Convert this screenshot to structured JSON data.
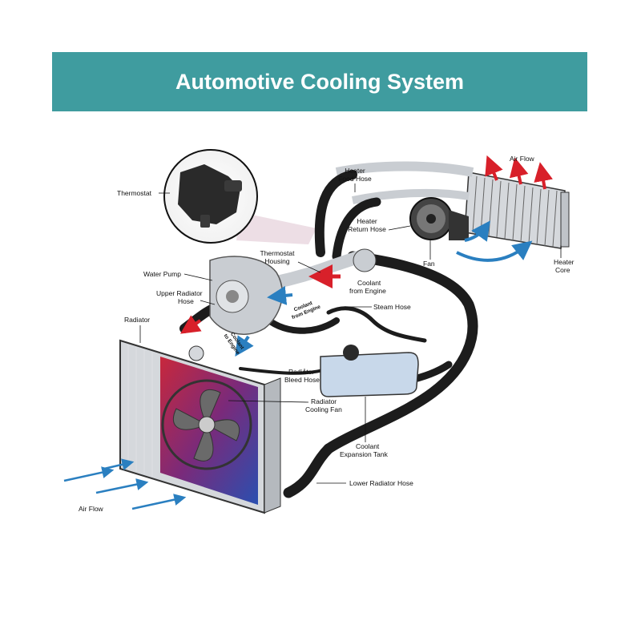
{
  "header": {
    "title": "Automotive Cooling System"
  },
  "labels": {
    "thermostat": "Thermostat",
    "heater_food_hose_1": "Heater",
    "heater_food_hose_2": "Food Hose",
    "heater_return_hose_1": "Heater",
    "heater_return_hose_2": "Return Hose",
    "air_flow_top": "Air Flow",
    "thermostat_housing_1": "Thermostat",
    "thermostat_housing_2": "Housing",
    "fan": "Fan",
    "heater_core_1": "Heater",
    "heater_core_2": "Core",
    "water_pump": "Water Pump",
    "coolant_from_engine_1": "Coolant",
    "coolant_from_engine_2": "from Engine",
    "upper_radiator_hose_1": "Upper Radiator",
    "upper_radiator_hose_2": "Hose",
    "coolant_from_engine_small_1": "Coolant",
    "coolant_from_engine_small_2": "from Engine",
    "steam_hose": "Steam Hose",
    "radiator": "Radiator",
    "coolant_to_engine_1": "Coolant",
    "coolant_to_engine_2": "to Engine",
    "radiator_bleed_hose_1": "Radiator",
    "radiator_bleed_hose_2": "Bleed Hose",
    "radiator_cooling_fan_1": "Radiator",
    "radiator_cooling_fan_2": "Cooling Fan",
    "coolant_expansion_tank_1": "Coolant",
    "coolant_expansion_tank_2": "Expansion Tank",
    "lower_radiator_hose": "Lower Radiator Hose",
    "air_flow_bottom": "Air Flow"
  },
  "colors": {
    "banner": "#3f9c9f",
    "hose": "#1c1c1c",
    "hot_flow": "#d8202a",
    "cool_flow": "#2a7fc0",
    "radiator_hot": "#c8283c",
    "radiator_cool": "#2a4fb0",
    "tank": "#c8d8ea",
    "metal": "#c9cdd2"
  }
}
